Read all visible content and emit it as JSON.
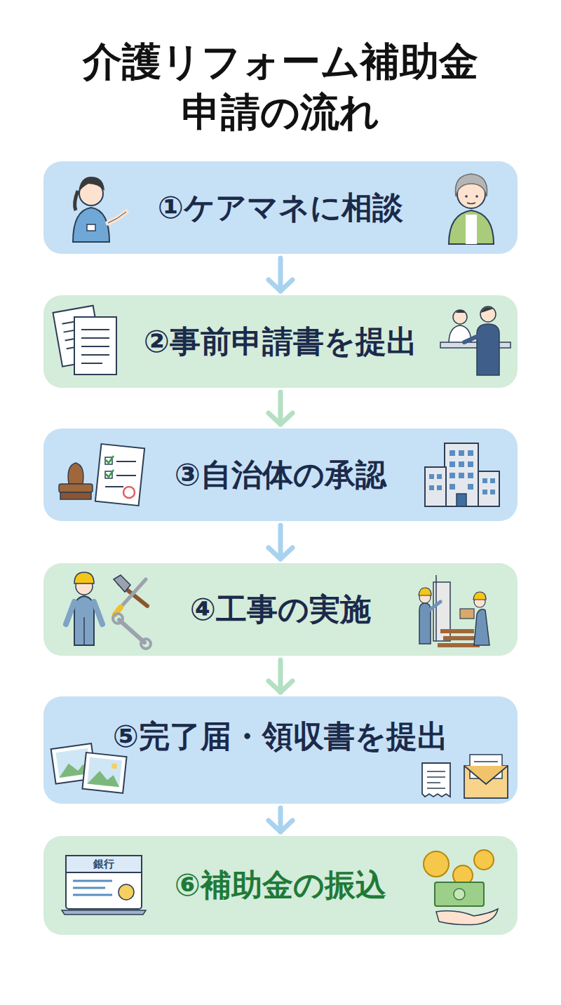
{
  "diagram": {
    "title": "介護リフォーム補助金 申請の流れ",
    "nodes": [
      {
        "text": [
          "①ケアマネに相談"
        ]
      },
      {
        "text": [
          "②事前申請書を提出"
        ]
      },
      {
        "text": [
          "③自治体の承認"
        ]
      },
      {
        "text": [
          "④工事の実施"
        ]
      },
      {
        "text": [
          "⑤完了届・領収書を提出"
        ]
      },
      {
        "text": [
          "⑥補助金の振込"
        ]
      }
    ],
    "edges": [
      {
        "from": 0,
        "to": 1,
        "arrow": "to"
      },
      {
        "from": 1,
        "to": 2,
        "arrow": "to"
      },
      {
        "from": 2,
        "to": 3,
        "arrow": "to"
      },
      {
        "from": 3,
        "to": 4,
        "arrow": "to"
      },
      {
        "from": 4,
        "to": 5,
        "arrow": "to"
      }
    ],
    "labels": [
      "銀行"
    ]
  }
}
